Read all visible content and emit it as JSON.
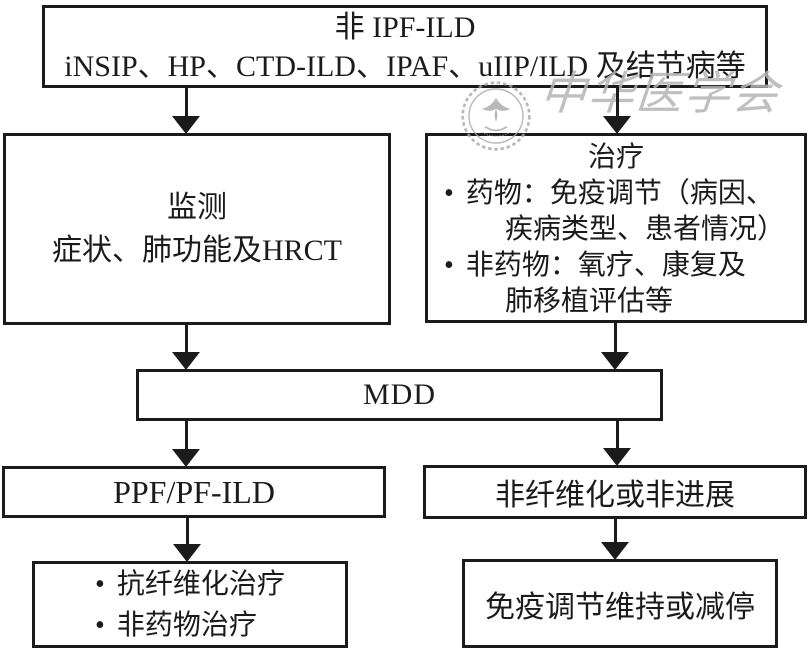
{
  "figure": {
    "background": "#ffffff",
    "line_color": "#1b1b1b",
    "text_color": "#1b1b1b",
    "watermark_color": "#b4b4b4"
  },
  "watermark": {
    "calligraphy": "中华医学会",
    "seal_icon": "chinese-medical-association-seal"
  },
  "flowchart": {
    "non_ipf_ild": {
      "line1": "非 IPF-ILD",
      "line2": "iNSIP、HP、CTD-ILD、IPAF、uIIP/ILD 及结节病等"
    },
    "monitoring": {
      "line1": "监测",
      "line2": "症状、肺功能及HRCT"
    },
    "treatment": {
      "title": "治疗",
      "bullets": [
        {
          "marker": "•",
          "first": "药物：免疫调节（病因、",
          "rest": "疾病类型、患者情况）"
        },
        {
          "marker": "•",
          "first": "非药物：氧疗、康复及",
          "rest": "肺移植评估等"
        }
      ]
    },
    "mdd": {
      "label": "MDD"
    },
    "ppf": {
      "label": "PPF/PF-ILD"
    },
    "non_fibrotic": {
      "label": "非纤维化或非进展"
    },
    "antifibrotic": {
      "items": [
        {
          "marker": "•",
          "text": "抗纤维化治疗"
        },
        {
          "marker": "•",
          "text": "非药物治疗"
        }
      ]
    },
    "immunomodulation": {
      "label": "免疫调节维持或减停"
    }
  },
  "edges": [
    {
      "from": "non_ipf_ild",
      "to": "monitoring"
    },
    {
      "from": "non_ipf_ild",
      "to": "treatment"
    },
    {
      "from": "monitoring",
      "to": "mdd"
    },
    {
      "from": "treatment",
      "to": "mdd"
    },
    {
      "from": "mdd",
      "to": "ppf"
    },
    {
      "from": "mdd",
      "to": "non_fibrotic"
    },
    {
      "from": "ppf",
      "to": "antifibrotic"
    },
    {
      "from": "non_fibrotic",
      "to": "immunomodulation"
    }
  ]
}
